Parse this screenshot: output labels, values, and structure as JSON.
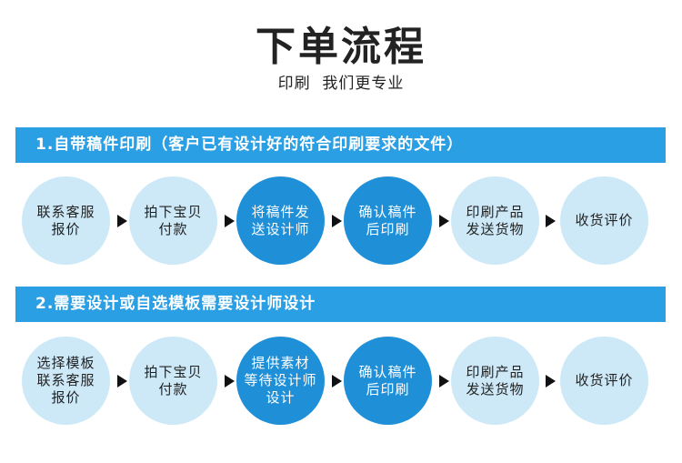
{
  "title": "下单流程",
  "subtitle": "印刷  我们更专业",
  "colors": {
    "banner": "#2b9fe3",
    "light_circle": "#cde9f8",
    "dark_circle": "#1f8fd8"
  },
  "section1": {
    "heading": "1.自带稿件印刷（客户已有设计好的符合印刷要求的文件）",
    "steps": [
      {
        "label": "联系客服\n报价",
        "style": "light"
      },
      {
        "label": "拍下宝贝\n付款",
        "style": "light"
      },
      {
        "label": "将稿件发\n送设计师",
        "style": "dark"
      },
      {
        "label": "确认稿件\n后印刷",
        "style": "dark"
      },
      {
        "label": "印刷产品\n发送货物",
        "style": "light"
      },
      {
        "label": "收货评价",
        "style": "light"
      }
    ]
  },
  "section2": {
    "heading": "2.需要设计或自选模板需要设计师设计",
    "steps": [
      {
        "label": "选择模板\n联系客服\n报价",
        "style": "light"
      },
      {
        "label": "拍下宝贝\n付款",
        "style": "light"
      },
      {
        "label": "提供素材\n等待设计师\n设计",
        "style": "dark"
      },
      {
        "label": "确认稿件\n后印刷",
        "style": "dark"
      },
      {
        "label": "印刷产品\n发送货物",
        "style": "light"
      },
      {
        "label": "收货评价",
        "style": "light"
      }
    ]
  }
}
